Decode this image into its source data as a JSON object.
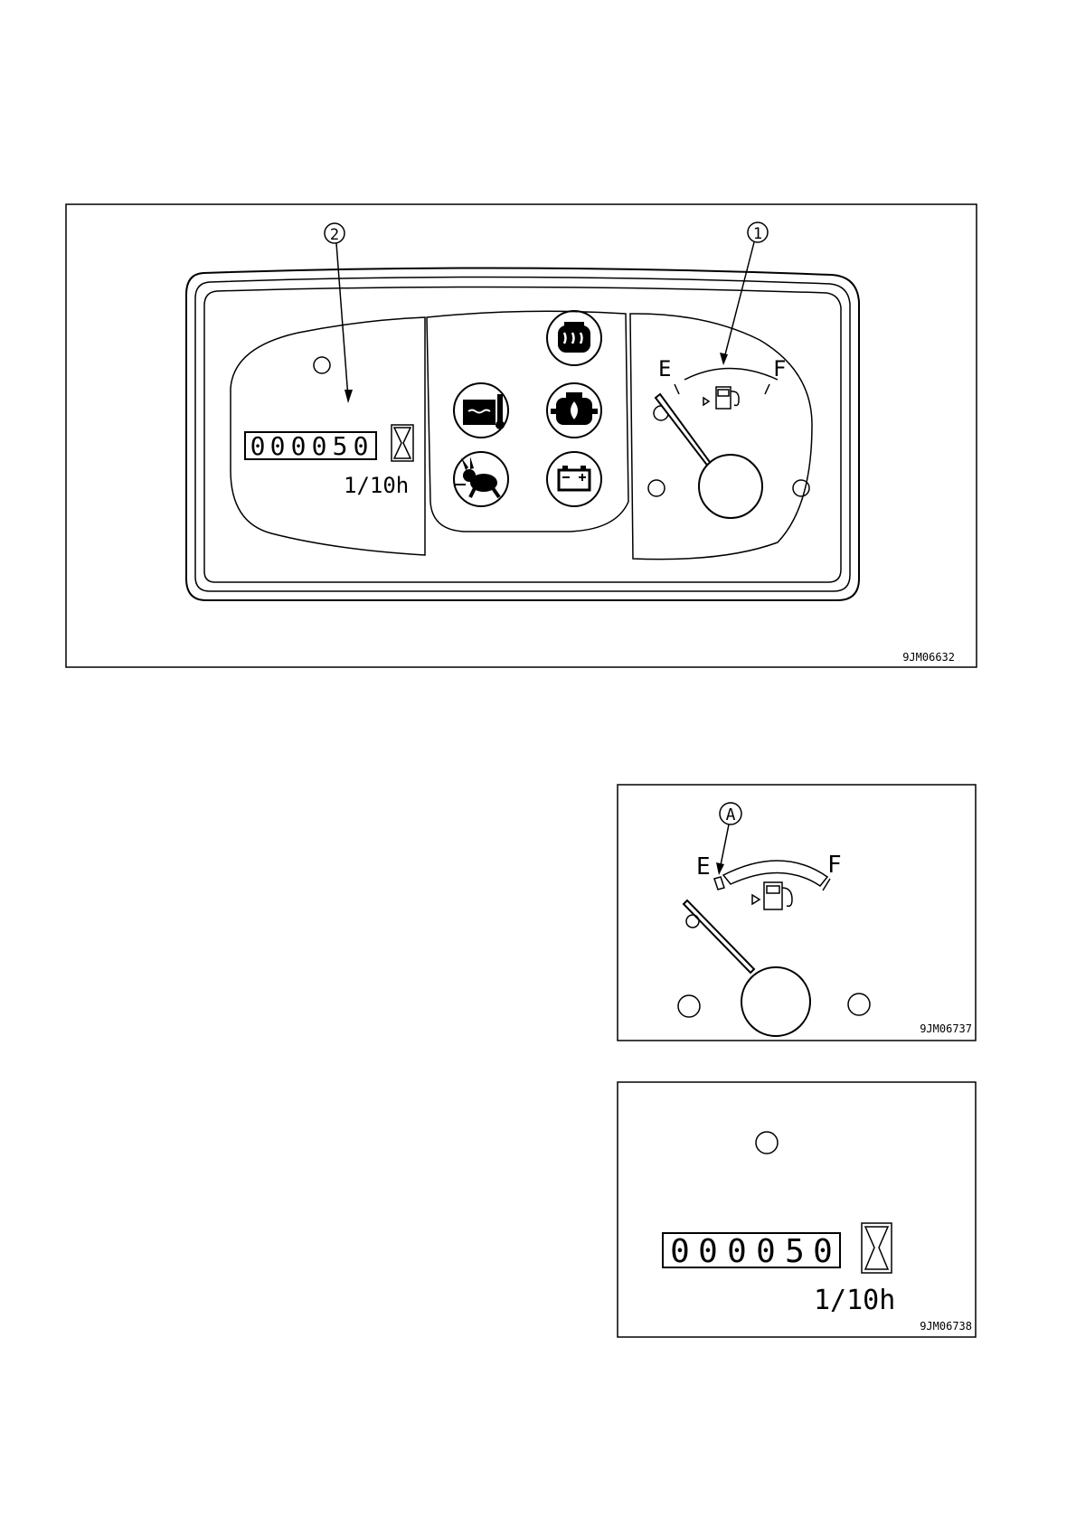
{
  "figure1": {
    "code": "9JM06632",
    "callouts": [
      "1",
      "2"
    ],
    "gauge": {
      "empty_label": "E",
      "full_label": "F",
      "icon": "fuel-pump-icon"
    },
    "hourmeter": {
      "digits": [
        "0",
        "0",
        "0",
        "0",
        "5",
        "0"
      ],
      "unit": "1/10h",
      "icon": "hourglass-icon"
    },
    "warning_lamps": [
      {
        "name": "engine-preheat-icon"
      },
      {
        "name": "coolant-temperature-icon"
      },
      {
        "name": "engine-oil-pressure-icon"
      },
      {
        "name": "engine-speed-rabbit-icon"
      },
      {
        "name": "battery-charge-icon"
      }
    ]
  },
  "figure2": {
    "code": "9JM06737",
    "callout": "A",
    "gauge": {
      "empty_label": "E",
      "full_label": "F",
      "icon": "fuel-pump-icon"
    }
  },
  "figure3": {
    "code": "9JM06738",
    "hourmeter": {
      "digits": [
        "0",
        "0",
        "0",
        "0",
        "5",
        "0"
      ],
      "unit": "1/10h",
      "icon": "hourglass-icon"
    }
  }
}
